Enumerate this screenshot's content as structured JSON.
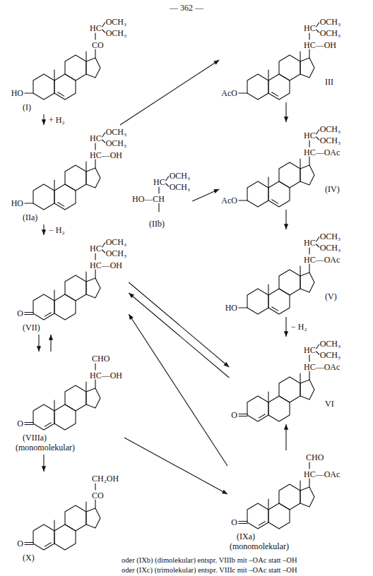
{
  "diagram": {
    "nodes": [
      {
        "text": [
          "HC",
          "OCH₃",
          "OCH₃",
          "CO",
          "HO",
          "(I)"
        ]
      },
      {
        "text": [
          "HC",
          "OCH₃",
          "OCH₃",
          "HC—OH",
          "HO",
          "(IIa)"
        ]
      },
      {
        "text": [
          "HC",
          "OCH₃",
          "OCH₃",
          "HO—CH",
          "(IIb)"
        ]
      },
      {
        "text": [
          "HC",
          "OCH₃",
          "OCH₃",
          "HC—OH",
          "AcO",
          "III"
        ]
      },
      {
        "text": [
          "HC",
          "OCH₃",
          "OCH₃",
          "HC—OAc",
          "AcO",
          "(IV)"
        ]
      },
      {
        "text": [
          "HC",
          "OCH₃",
          "OCH₃",
          "HC—OAc",
          "HO",
          "(V)"
        ]
      },
      {
        "text": [
          "HC",
          "OCH₃",
          "OCH₃",
          "HC—OH",
          "O",
          "(VII)"
        ]
      },
      {
        "text": [
          "HC",
          "OCH₃",
          "OCH₃",
          "HC—OAc",
          "O",
          "VI"
        ]
      },
      {
        "text": [
          "CHO",
          "HC—OH",
          "O",
          "(VIIIa)",
          "(monomolekular)"
        ]
      },
      {
        "text": [
          "CH₂OH",
          "CO",
          "O",
          "(X)"
        ]
      },
      {
        "text": [
          "CHO",
          "HC—OAc",
          "O",
          "(IXa)",
          "(monomolekular)"
        ]
      }
    ],
    "edges": [
      {
        "from": 0,
        "to": 1,
        "arrow": "to",
        "label": "+ H₂"
      },
      {
        "from": 1,
        "to": 6,
        "arrow": "to",
        "label": "− H₂"
      },
      {
        "from": 1,
        "to": 3,
        "arrow": "to"
      },
      {
        "from": 2,
        "to": 4,
        "arrow": "to"
      },
      {
        "from": 3,
        "to": 4,
        "arrow": "to"
      },
      {
        "from": 4,
        "to": 5,
        "arrow": "to"
      },
      {
        "from": 5,
        "to": 7,
        "arrow": "to",
        "label": "− H₂"
      },
      {
        "from": 6,
        "to": 7,
        "arrow": "to"
      },
      {
        "from": 7,
        "to": 6,
        "arrow": "to"
      },
      {
        "from": 6,
        "to": 8,
        "arrow": "to"
      },
      {
        "from": 8,
        "to": 6,
        "arrow": "to"
      },
      {
        "from": 8,
        "to": 9,
        "arrow": "to"
      },
      {
        "from": 8,
        "to": 10,
        "arrow": "to"
      },
      {
        "from": 10,
        "to": 6,
        "arrow": "to"
      },
      {
        "from": 10,
        "to": 7,
        "arrow": "to"
      }
    ],
    "labels": [
      "— 362 —",
      "oder (IXb) (dimolekular) entspr. VIIIb mit –OAc statt –OH",
      "oder (IXc) (trimolekular) entspr. VIIIc mit –OAc statt –OH"
    ]
  }
}
